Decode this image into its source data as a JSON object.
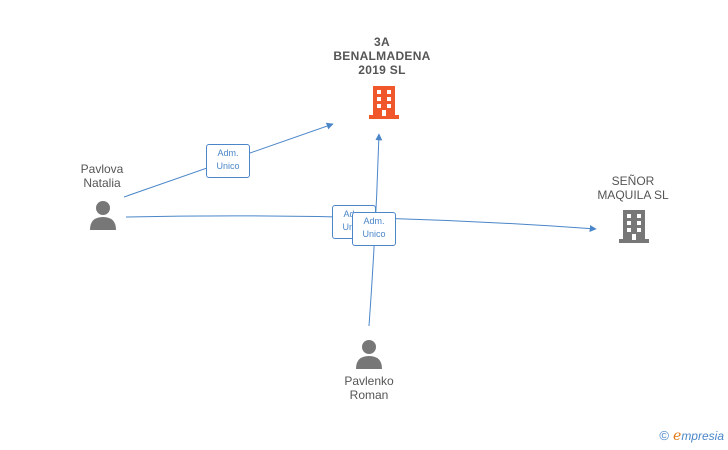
{
  "colors": {
    "edge": "#4a86c8",
    "company_main": "#f0582b",
    "company_other": "#777777",
    "person": "#777777"
  },
  "nodes": {
    "company_main": {
      "lines": [
        "3A",
        "BENALMADENA",
        "2019  SL"
      ],
      "icon": "building-icon"
    },
    "company_other": {
      "lines": [
        "SEÑOR",
        "MAQUILA  SL"
      ],
      "icon": "building-icon"
    },
    "person_natalia": {
      "lines": [
        "Pavlova",
        "Natalia"
      ],
      "icon": "person-icon"
    },
    "person_roman": {
      "lines": [
        "Pavlenko",
        "Roman"
      ],
      "icon": "person-icon"
    }
  },
  "edges": {
    "natalia_to_main": {
      "lines": [
        "Adm.",
        "Unico"
      ]
    },
    "natalia_to_other": {
      "lines": [
        "Adm.",
        "Unico"
      ]
    },
    "roman_to_other": {
      "lines": [
        "Adm.",
        "Unico"
      ]
    }
  },
  "brand": {
    "copyright": "©",
    "e": "e",
    "rest": "mpresia"
  }
}
